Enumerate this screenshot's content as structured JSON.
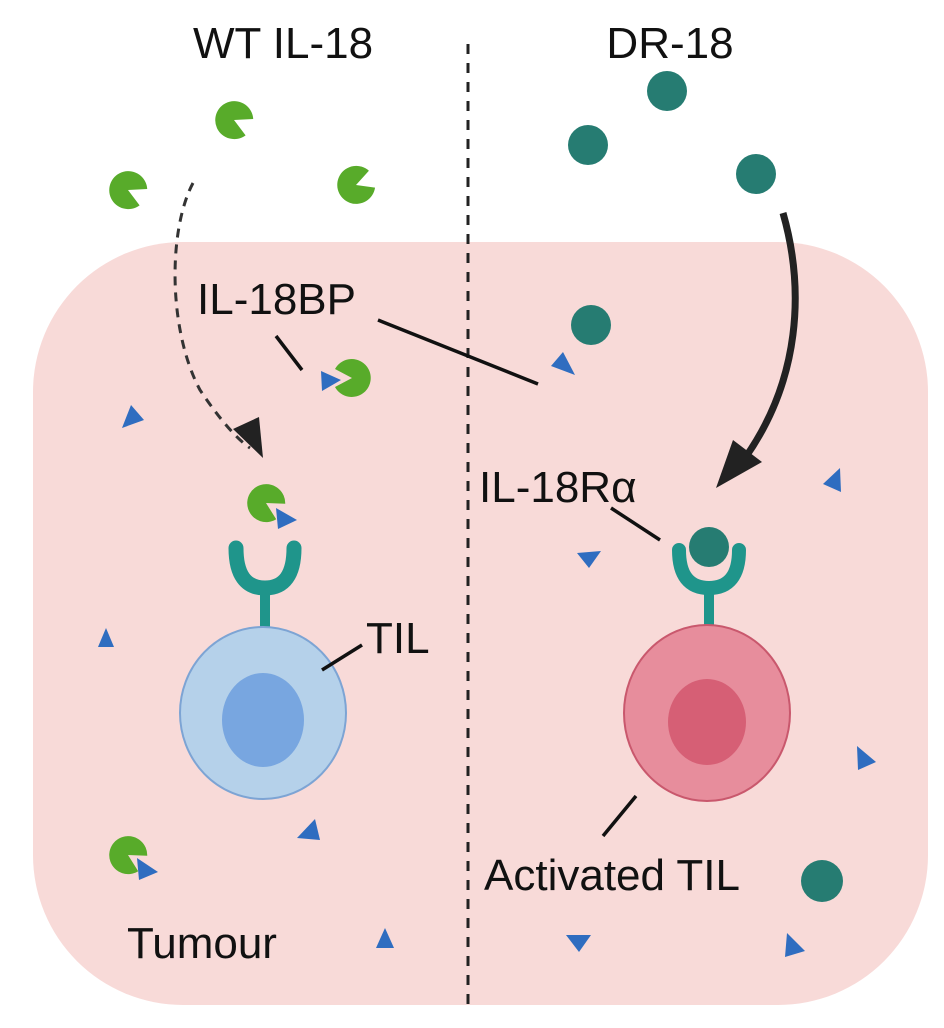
{
  "labels": {
    "left_heading": "WT IL-18",
    "right_heading": "DR-18",
    "binding_protein": "IL-18BP",
    "receptor": "IL-18R",
    "receptor_suffix": "α",
    "cell": "TIL",
    "activated_cell": "Activated TIL",
    "region": "Tumour"
  },
  "colors": {
    "tumour_fill": "#f8dad8",
    "wt_il18": "#58ab2a",
    "dr18": "#267c72",
    "il18bp": "#2f6dc0",
    "receptor": "#1f958b",
    "til_outer": "#b5d1ea",
    "til_inner": "#78a6e0",
    "activated_outer": "#e78d9c",
    "activated_inner": "#d65f75",
    "line": "#111111"
  }
}
